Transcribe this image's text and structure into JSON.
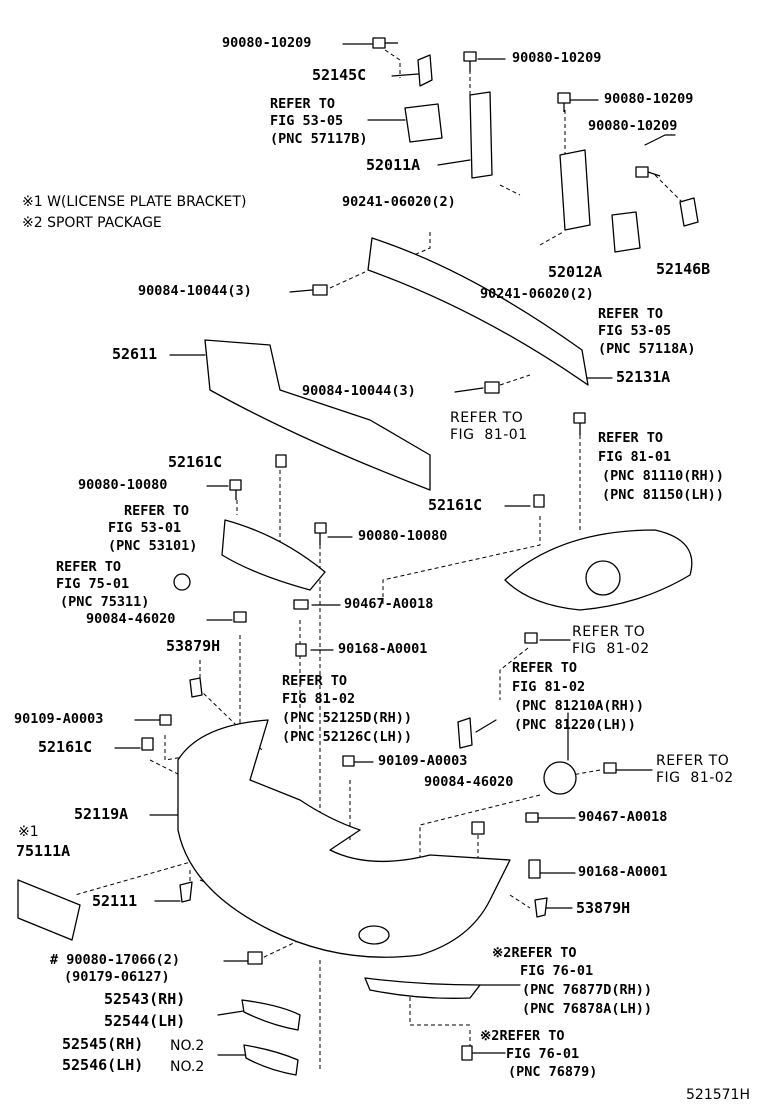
{
  "notes": {
    "n1": "※1 W(LICENSE PLATE BRACKET)",
    "n2": "※2 SPORT PACKAGE"
  },
  "labels": {
    "p1": "90080-10209",
    "p2": "90080-10209",
    "p3": "90080-10209",
    "p4": "90080-10209",
    "p5": "52145C",
    "r1a": "REFER TO",
    "r1b": "FIG 53-05",
    "r1c": "(PNC 57117B)",
    "p6": "52011A",
    "p7": "90241-06020(2)",
    "p8": "90241-06020(2)",
    "p9": "52012A",
    "p10": "52146B",
    "p11": "90084-10044(3)",
    "p12": "90084-10044(3)",
    "r2a": "REFER TO",
    "r2b": "FIG 53-05",
    "r2c": "(PNC 57118A)",
    "p13": "52611",
    "p14": "52131A",
    "r3a": "REFER TO",
    "r3b": "FIG  81-01",
    "r4a": "REFER TO",
    "r4b": "FIG 81-01",
    "r4c": "(PNC 81110(RH))",
    "r4d": "(PNC 81150(LH))",
    "p15": "52161C",
    "p16": "90080-10080",
    "r5a": "REFER TO",
    "r5b": "FIG 53-01",
    "r5c": "(PNC 53101)",
    "p17": "52161C",
    "p18": "90080-10080",
    "r6a": "REFER TO",
    "r6b": "FIG 75-01",
    "r6c": "(PNC 75311)",
    "p19": "90467-A0018",
    "p20": "90084-46020",
    "p21": "53879H",
    "p22": "90168-A0001",
    "r7a": "REFER TO",
    "r7b": "FIG  81-02",
    "r8a": "REFER TO",
    "r8b": "FIG 81-02",
    "r8c": "(PNC 81210A(RH))",
    "r8d": "(PNC 81220(LH))",
    "r9a": "REFER TO",
    "r9b": "FIG 81-02",
    "r9c": "(PNC 52125D(RH))",
    "r9d": "(PNC 52126C(LH))",
    "p23": "90109-A0003",
    "p24": "52161C",
    "p25": "90109-A0003",
    "r10a": "REFER TO",
    "r10b": "FIG  81-02",
    "p26": "90084-46020",
    "p27": "52119A",
    "p28": "90467-A0018",
    "m1": "※1",
    "p29": "75111A",
    "p30": "90168-A0001",
    "p31": "52111",
    "p32": "53879H",
    "p33": "# 90080-17066(2)",
    "p34": "(90179-06127)",
    "r11a": "※2REFER TO",
    "r11b": "FIG 76-01",
    "r11c": "(PNC 76877D(RH))",
    "r11d": "(PNC 76878A(LH))",
    "p35": "52543(RH)",
    "p36": "52544(LH)",
    "p37": "52545(RH)",
    "p37n": "NO.2",
    "p38": "52546(LH)",
    "p38n": "NO.2",
    "r12a": "※2REFER TO",
    "r12b": "FIG 76-01",
    "r12c": "(PNC 76879)",
    "code": "521571H"
  }
}
